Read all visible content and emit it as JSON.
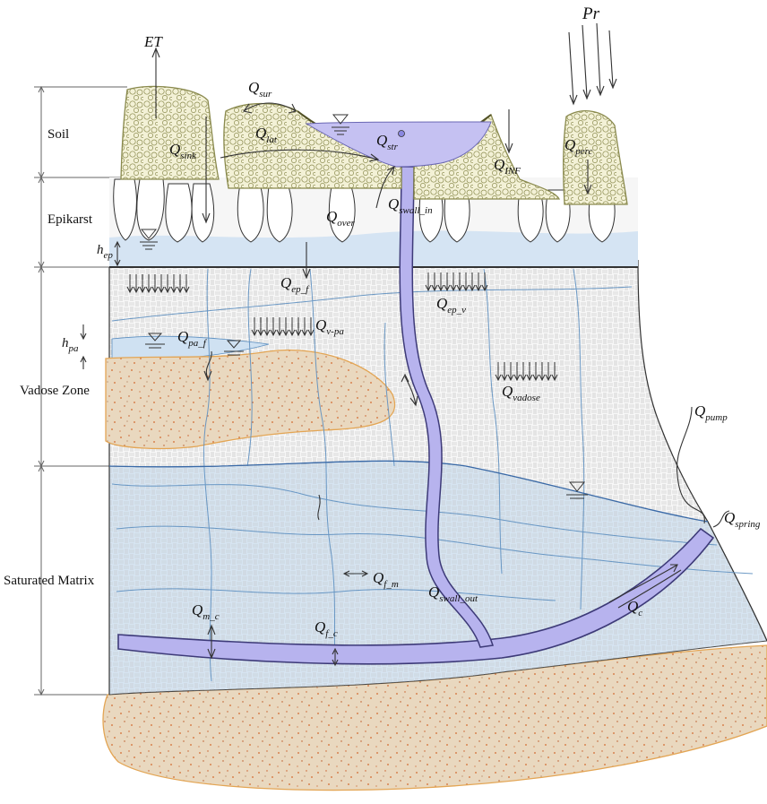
{
  "zones": {
    "soil": "Soil",
    "epikarst": "Epikarst",
    "vadose": "Vadose Zone",
    "saturated": "Saturated Matrix"
  },
  "labels": {
    "et": {
      "main": "ET",
      "sub": ""
    },
    "pr": {
      "main": "Pr",
      "sub": ""
    },
    "q_sur": {
      "main": "Q",
      "sub": "sur"
    },
    "q_lat": {
      "main": "Q",
      "sub": "lat"
    },
    "q_sink": {
      "main": "Q",
      "sub": "sink"
    },
    "q_str": {
      "main": "Q",
      "sub": "str"
    },
    "q_inf": {
      "main": "Q",
      "sub": "INF"
    },
    "q_perc": {
      "main": "Q",
      "sub": "perc"
    },
    "q_over": {
      "main": "Q",
      "sub": "over"
    },
    "q_swall_in": {
      "main": "Q",
      "sub": "swall_in"
    },
    "h_ep": {
      "main": "h",
      "sub": "ep"
    },
    "q_ep_f": {
      "main": "Q",
      "sub": "ep_f"
    },
    "q_ep_v": {
      "main": "Q",
      "sub": "ep_v"
    },
    "h_pa": {
      "main": "h",
      "sub": "pa"
    },
    "q_pa_f": {
      "main": "Q",
      "sub": "pa_f"
    },
    "q_v_pa": {
      "main": "Q",
      "sub": "v-pa"
    },
    "q_vadose": {
      "main": "Q",
      "sub": "vadose"
    },
    "q_pump": {
      "main": "Q",
      "sub": "pump"
    },
    "q_spring": {
      "main": "Q",
      "sub": "spring"
    },
    "q_f_m": {
      "main": "Q",
      "sub": "f_m"
    },
    "q_swall_out": {
      "main": "Q",
      "sub": "swall_out"
    },
    "q_c": {
      "main": "Q",
      "sub": "c"
    },
    "q_m_c": {
      "main": "Q",
      "sub": "m_c"
    },
    "q_f_c": {
      "main": "Q",
      "sub": "f_c"
    }
  },
  "colors": {
    "soil_fill": "#f3f1d6",
    "soil_edge": "#8a8a4e",
    "epikarst_fill": "#f6f6f6",
    "water": "#cfe1f2",
    "saturated": "#d6e4f1",
    "conduit": "#b7b3ee",
    "conduit_edge": "#3d3a78",
    "sand_fill": "#e8d7bd",
    "sand_edge": "#e3a554",
    "fracture": "#5d8fc0"
  }
}
